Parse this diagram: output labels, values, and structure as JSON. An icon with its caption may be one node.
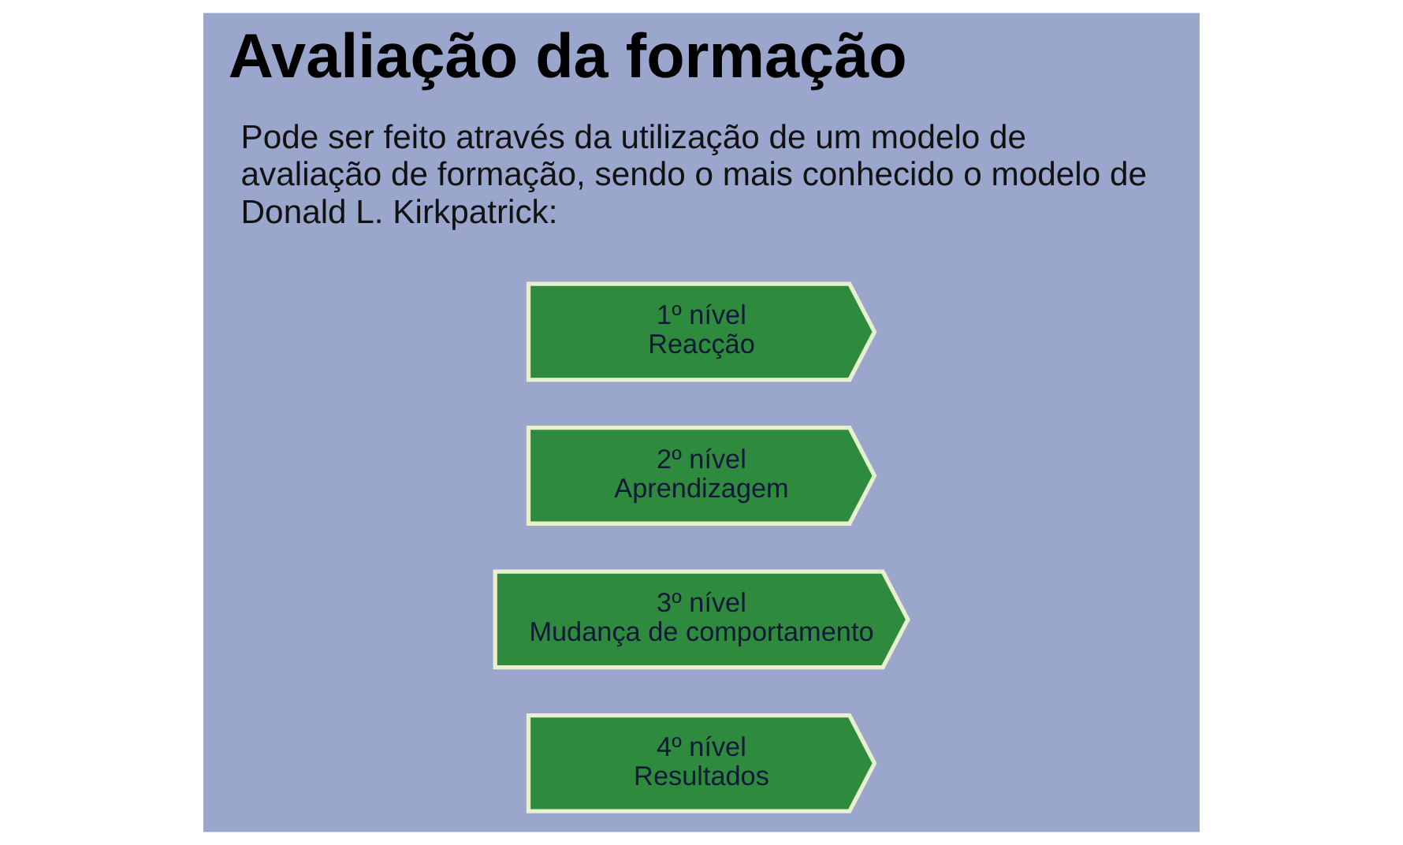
{
  "diagram": {
    "title": "Avaliação da formação",
    "nodes": [
      {
        "text": [
          "1º nível",
          "Reacção"
        ]
      },
      {
        "text": [
          "2º nível",
          "Aprendizagem"
        ]
      },
      {
        "text": [
          "3º nível",
          "Mudança de comportamento"
        ]
      },
      {
        "text": [
          "4º nível",
          "Resultados"
        ]
      }
    ],
    "edges": [],
    "labels": [
      "Pode ser feito através da utilização de um modelo de avaliação de formação, sendo o mais conhecido o modelo de Donald L. Kirkpatrick:"
    ]
  }
}
